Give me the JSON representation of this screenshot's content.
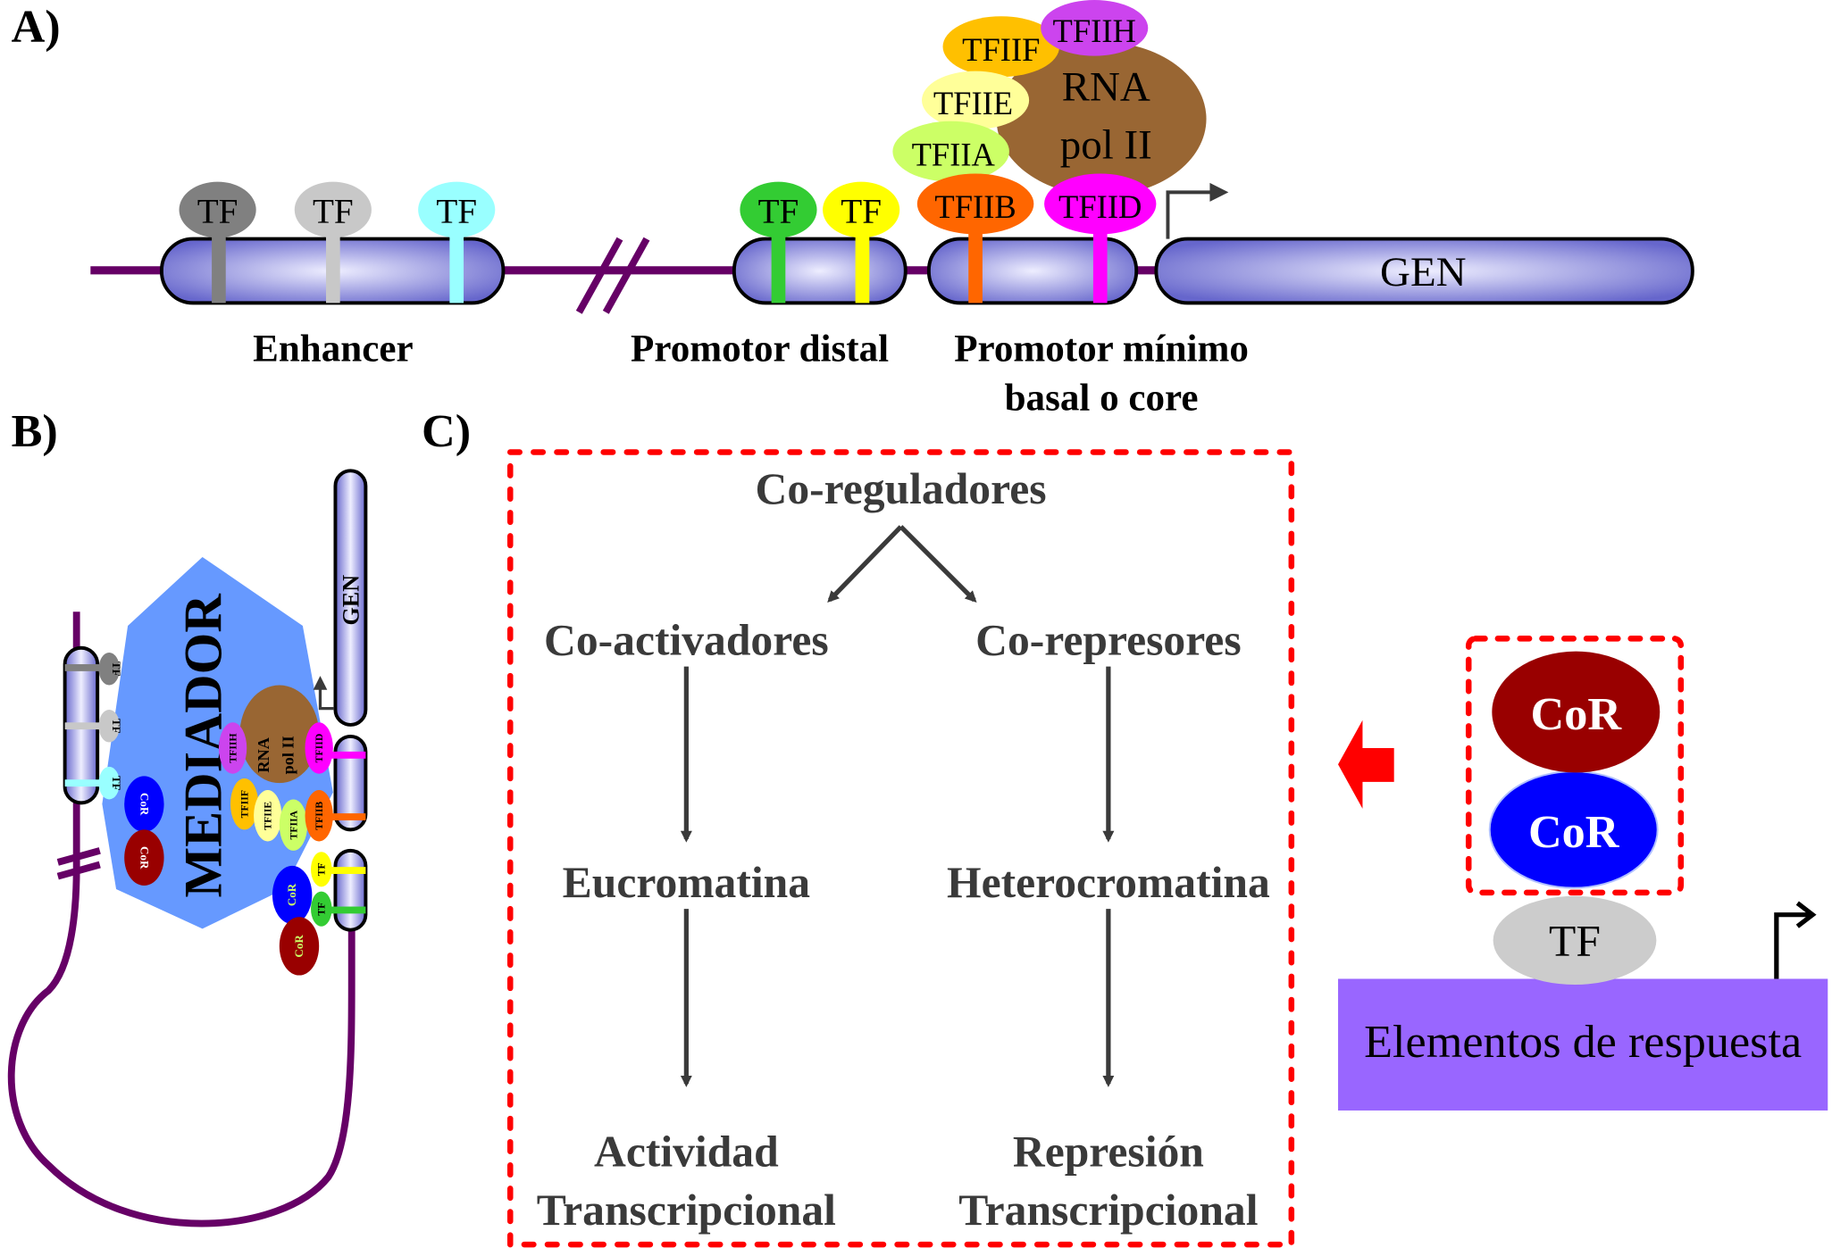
{
  "panels": {
    "a": {
      "label": "A)",
      "enhancer": {
        "label": "Enhancer",
        "tfs": [
          {
            "text": "TF",
            "color": "#808080"
          },
          {
            "text": "TF",
            "color": "#c8c8c8"
          },
          {
            "text": "TF",
            "color": "#99ffff"
          }
        ]
      },
      "promotor_distal": {
        "label": "Promotor distal",
        "tfs": [
          {
            "text": "TF",
            "color": "#33cc33"
          },
          {
            "text": "TF",
            "color": "#ffff00"
          }
        ]
      },
      "promotor_minimo": {
        "label_line1": "Promotor mínimo",
        "label_line2": "basal o core"
      },
      "gene": {
        "label": "GEN"
      },
      "complex": {
        "rna_pol": {
          "line1": "RNA",
          "line2": "pol II",
          "color": "#996633"
        },
        "factors": [
          {
            "text": "TFIIF",
            "color": "#ffc000"
          },
          {
            "text": "TFIIH",
            "color": "#cc44ee"
          },
          {
            "text": "TFIIE",
            "color": "#ffff99"
          },
          {
            "text": "TFIIA",
            "color": "#ccff66"
          },
          {
            "text": "TFIIB",
            "color": "#ff6600"
          },
          {
            "text": "TFIID",
            "color": "#ff00ff"
          }
        ]
      }
    },
    "b": {
      "label": "B)",
      "mediator": "MEDIADOR",
      "gene": "GEN",
      "tf": "TF",
      "cor": "CoR",
      "rna_line1": "RNA",
      "rna_line2": "pol II",
      "factors": [
        "TFIIH",
        "TFIIF",
        "TFIIE",
        "TFIIA",
        "TFIIB",
        "TFIID"
      ]
    },
    "c": {
      "label": "C)",
      "root": "Co-reguladores",
      "left": {
        "level1": "Co-activadores",
        "level2": "Eucromatina",
        "level3_line1": "Actividad",
        "level3_line2": "Transcripcional"
      },
      "right": {
        "level1": "Co-represores",
        "level2": "Heterocromatina",
        "level3_line1": "Represión",
        "level3_line2": "Transcripcional"
      },
      "side": {
        "cor_top": {
          "text": "CoR",
          "color": "#990000"
        },
        "cor_bottom": {
          "text": "CoR",
          "color": "#0000ff"
        },
        "tf": {
          "text": "TF",
          "color": "#cccccc"
        },
        "response": {
          "text": "Elementos de respuesta",
          "color": "#9966ff"
        }
      }
    }
  },
  "colors": {
    "dna": "#660066",
    "capsule": "#6666cc",
    "mediator": "#6699ff",
    "dashed_box": "#ff0000",
    "arrow": "#3a3a3a"
  }
}
